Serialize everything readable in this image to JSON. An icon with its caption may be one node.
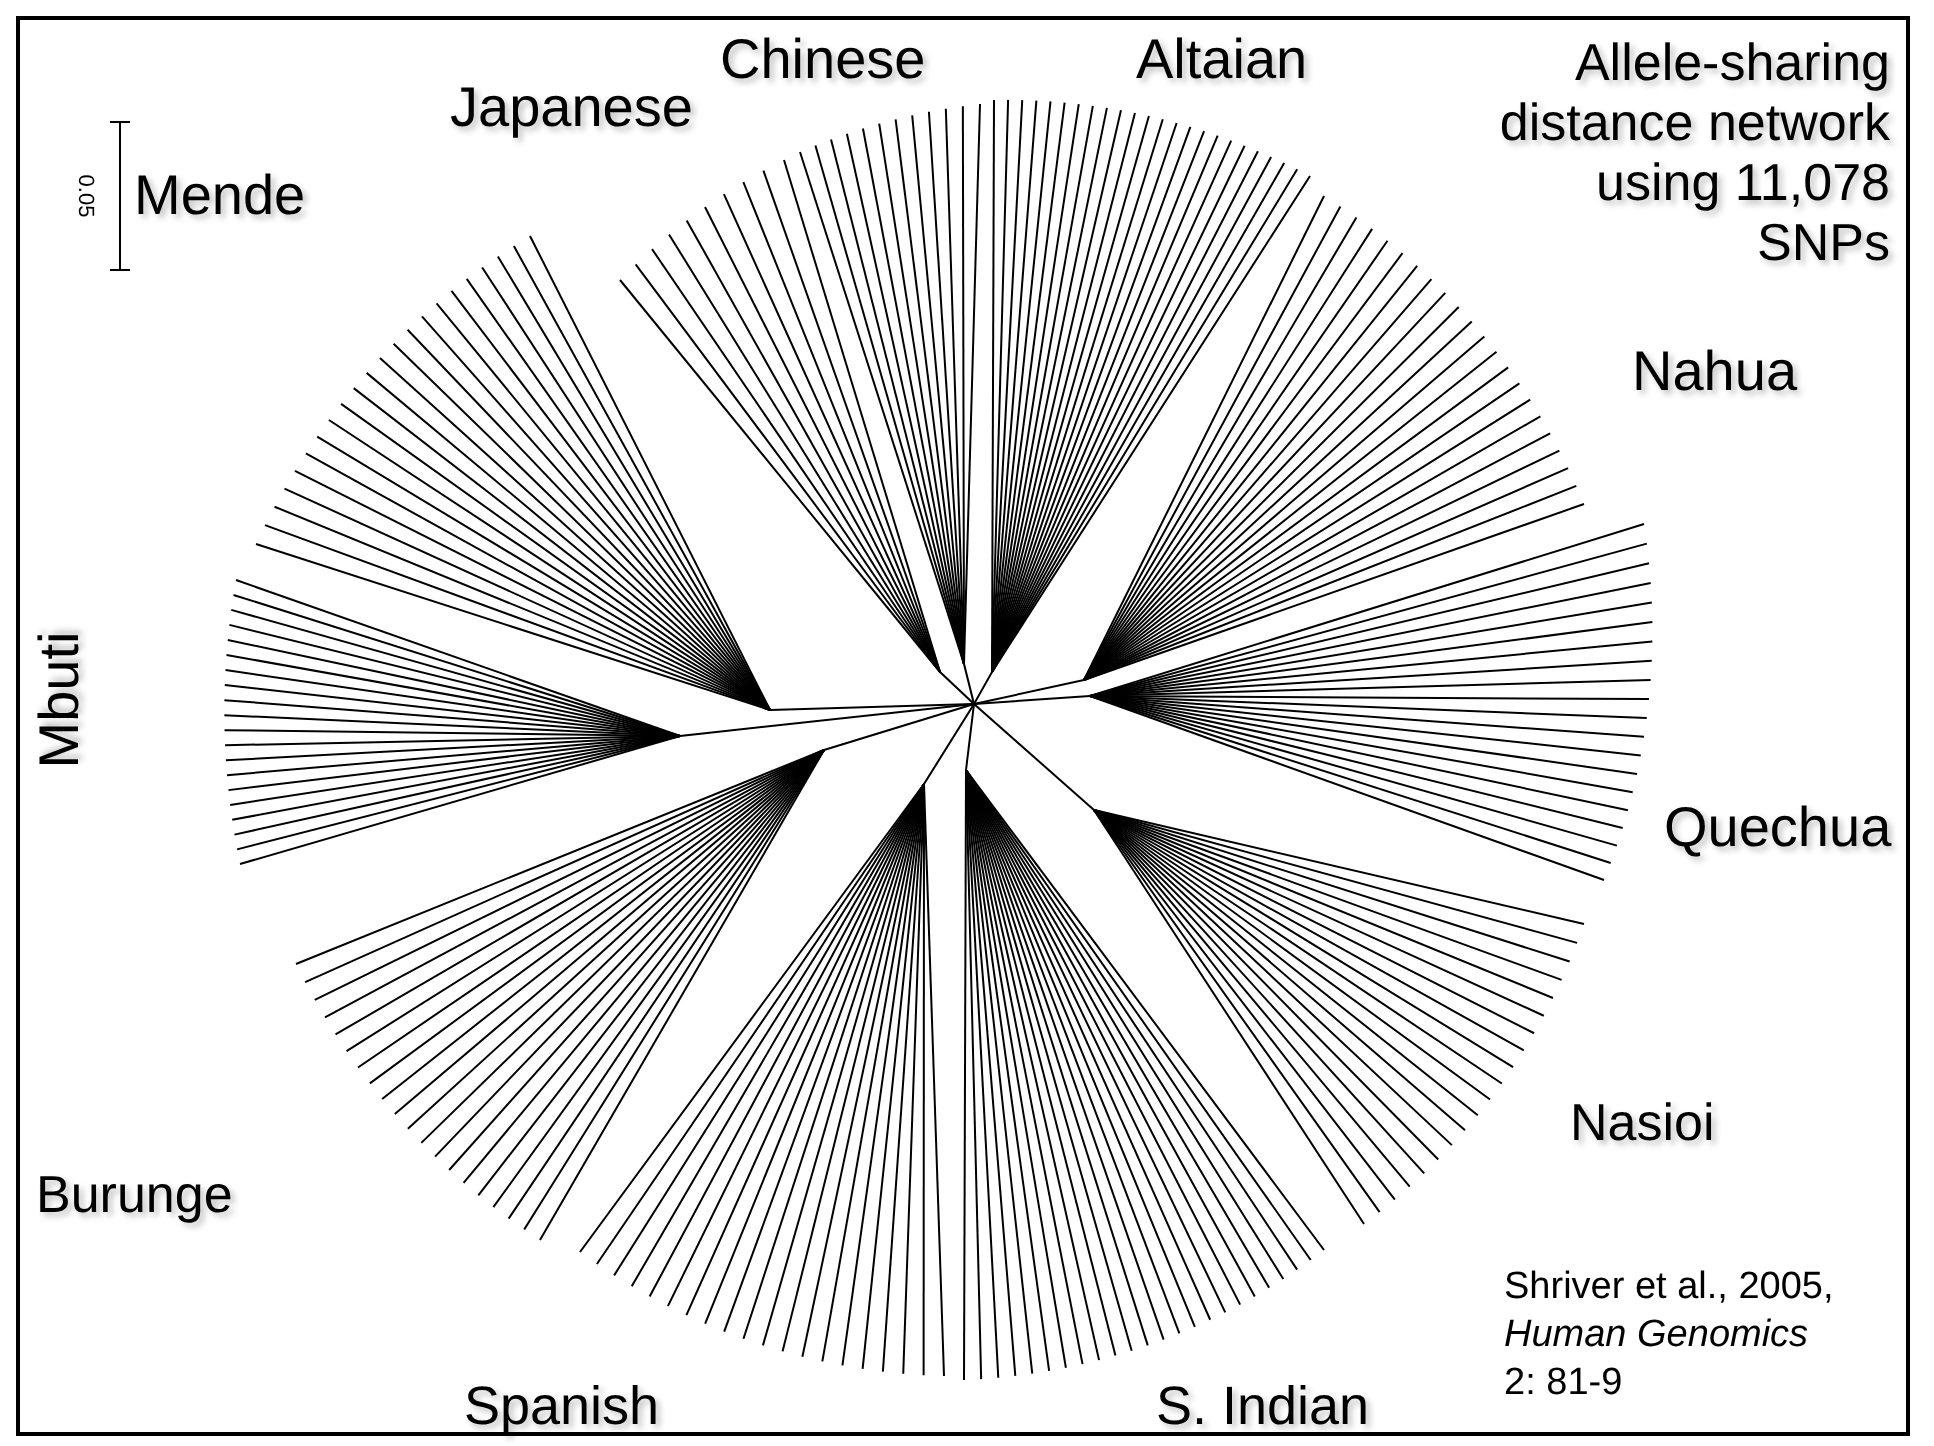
{
  "diagram": {
    "title": "Allele-sharing distance network using 11,078 SNPs",
    "caption": "Shriver et al., 2005, *Human Genomics* 2: 81-9",
    "labels": [
      "Chinese",
      "Altaian",
      "Japanese",
      "0.05",
      "Mende",
      "Nahua",
      "Mbuti",
      "Quechua",
      "Nasioi",
      "Burunge",
      "Spanish",
      "S. Indian"
    ]
  }
}
